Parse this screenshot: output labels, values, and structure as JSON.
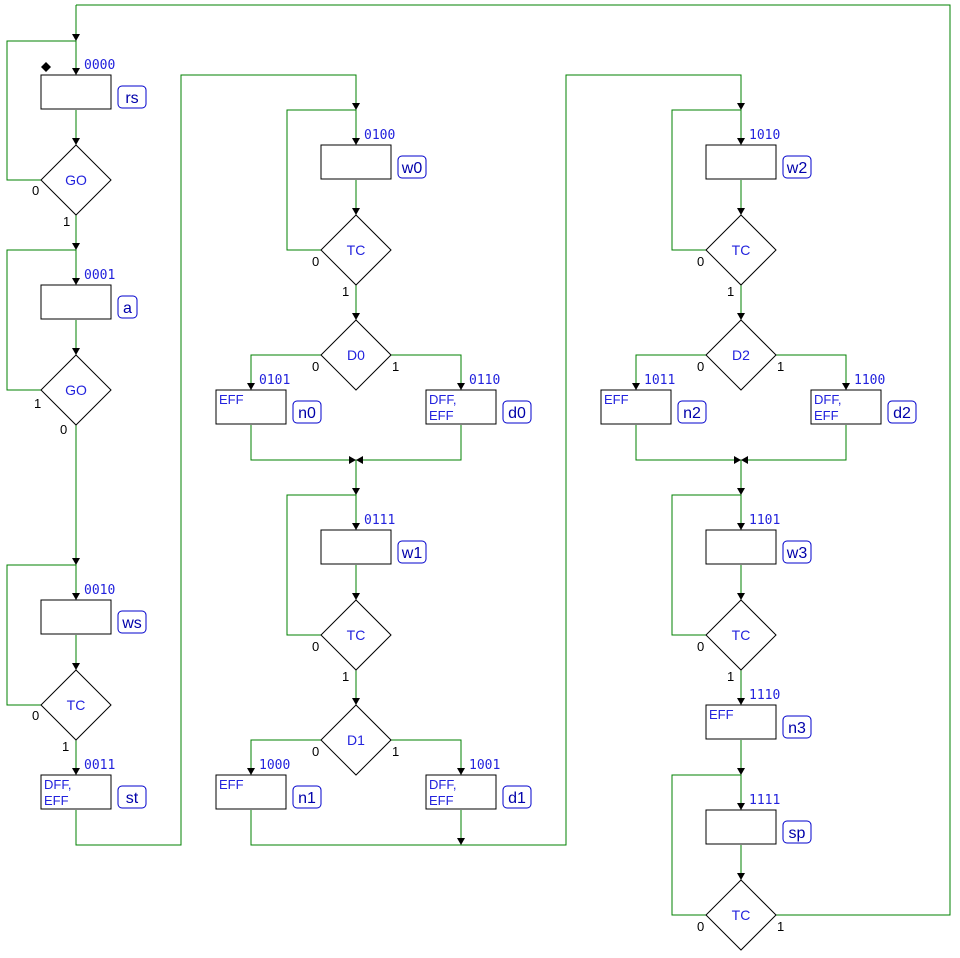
{
  "colors": {
    "wire": "#008000",
    "text": "#2222dd",
    "tag_border": "#0000cc",
    "outline": "#000000"
  },
  "states": [
    {
      "id": "rs",
      "code": "0000",
      "label": "rs",
      "outputs": []
    },
    {
      "id": "a",
      "code": "0001",
      "label": "a",
      "outputs": []
    },
    {
      "id": "ws",
      "code": "0010",
      "label": "ws",
      "outputs": []
    },
    {
      "id": "st",
      "code": "0011",
      "label": "st",
      "outputs": [
        "DFF,",
        "EFF"
      ]
    },
    {
      "id": "w0",
      "code": "0100",
      "label": "w0",
      "outputs": []
    },
    {
      "id": "n0",
      "code": "0101",
      "label": "n0",
      "outputs": [
        "EFF"
      ]
    },
    {
      "id": "d0",
      "code": "0110",
      "label": "d0",
      "outputs": [
        "DFF,",
        "EFF"
      ]
    },
    {
      "id": "w1",
      "code": "0111",
      "label": "w1",
      "outputs": []
    },
    {
      "id": "n1",
      "code": "1000",
      "label": "n1",
      "outputs": [
        "EFF"
      ]
    },
    {
      "id": "d1",
      "code": "1001",
      "label": "d1",
      "outputs": [
        "DFF,",
        "EFF"
      ]
    },
    {
      "id": "w2",
      "code": "1010",
      "label": "w2",
      "outputs": []
    },
    {
      "id": "n2",
      "code": "1011",
      "label": "n2",
      "outputs": [
        "EFF"
      ]
    },
    {
      "id": "d2",
      "code": "1100",
      "label": "d2",
      "outputs": [
        "DFF,",
        "EFF"
      ]
    },
    {
      "id": "w3",
      "code": "1101",
      "label": "w3",
      "outputs": []
    },
    {
      "id": "n3",
      "code": "1110",
      "label": "n3",
      "outputs": [
        "EFF"
      ]
    },
    {
      "id": "sp",
      "code": "1111",
      "label": "sp",
      "outputs": []
    }
  ],
  "decisions": [
    {
      "id": "go1",
      "text": "GO",
      "left_bit": "0",
      "bottom_bit": "1"
    },
    {
      "id": "go2",
      "text": "GO",
      "left_bit": "1",
      "bottom_bit": "0"
    },
    {
      "id": "tc_ws",
      "text": "TC",
      "left_bit": "0",
      "bottom_bit": "1"
    },
    {
      "id": "tc_w0",
      "text": "TC",
      "left_bit": "0",
      "bottom_bit": "1"
    },
    {
      "id": "d0",
      "text": "D0",
      "left_bit": "0",
      "right_bit": "1"
    },
    {
      "id": "tc_w1",
      "text": "TC",
      "left_bit": "0",
      "bottom_bit": "1"
    },
    {
      "id": "d1",
      "text": "D1",
      "left_bit": "0",
      "right_bit": "1"
    },
    {
      "id": "tc_w2",
      "text": "TC",
      "left_bit": "0",
      "bottom_bit": "1"
    },
    {
      "id": "d2",
      "text": "D2",
      "left_bit": "0",
      "right_bit": "1"
    },
    {
      "id": "tc_w3",
      "text": "TC",
      "left_bit": "0",
      "bottom_bit": "1"
    },
    {
      "id": "tc_sp",
      "text": "TC",
      "left_bit": "0",
      "right_bit": "1"
    }
  ]
}
